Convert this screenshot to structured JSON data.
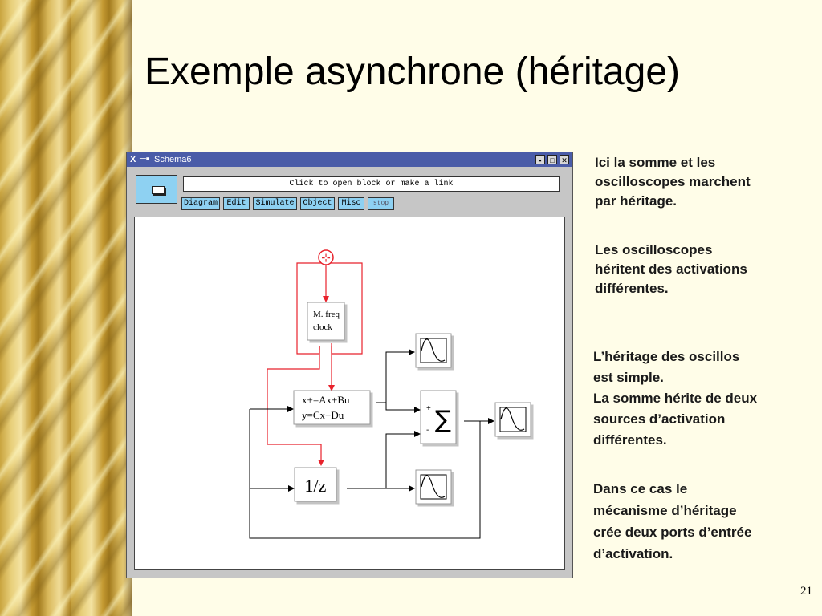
{
  "slide": {
    "title": "Exemple asynchrone (héritage)",
    "page_number": "21"
  },
  "window": {
    "title": "Schema6",
    "x_label": "X",
    "status_text": "Click to open block or make a link",
    "menus": [
      "Diagram",
      "Edit",
      "Simulate",
      "Object",
      "Misc",
      "stop"
    ],
    "window_buttons": [
      "minimize",
      "maximize",
      "close"
    ]
  },
  "diagram": {
    "clock_block": "⊹",
    "freq_block": [
      "M. freq",
      "clock"
    ],
    "state_block": [
      "x+=Ax+Bu",
      "y=Cx+Du"
    ],
    "delay_block": "1/z",
    "sum_signs": [
      "+",
      "-"
    ],
    "sum_symbol": "∑",
    "colors": {
      "activation_link": "#e8222c",
      "data_link": "#000000"
    }
  },
  "captions": {
    "p1": [
      "Ici la somme et les",
      "oscilloscopes marchent",
      "par héritage."
    ],
    "p2": [
      "Les oscilloscopes",
      "héritent des activations",
      "différentes."
    ],
    "p3": [
      "L’héritage  des oscillos",
      "est simple.",
      "La somme hérite de deux",
      "sources d’activation",
      "différentes."
    ],
    "p4": [
      "Dans ce cas le",
      "mécanisme d’héritage",
      "crée deux ports d’entrée",
      "d’activation."
    ]
  }
}
